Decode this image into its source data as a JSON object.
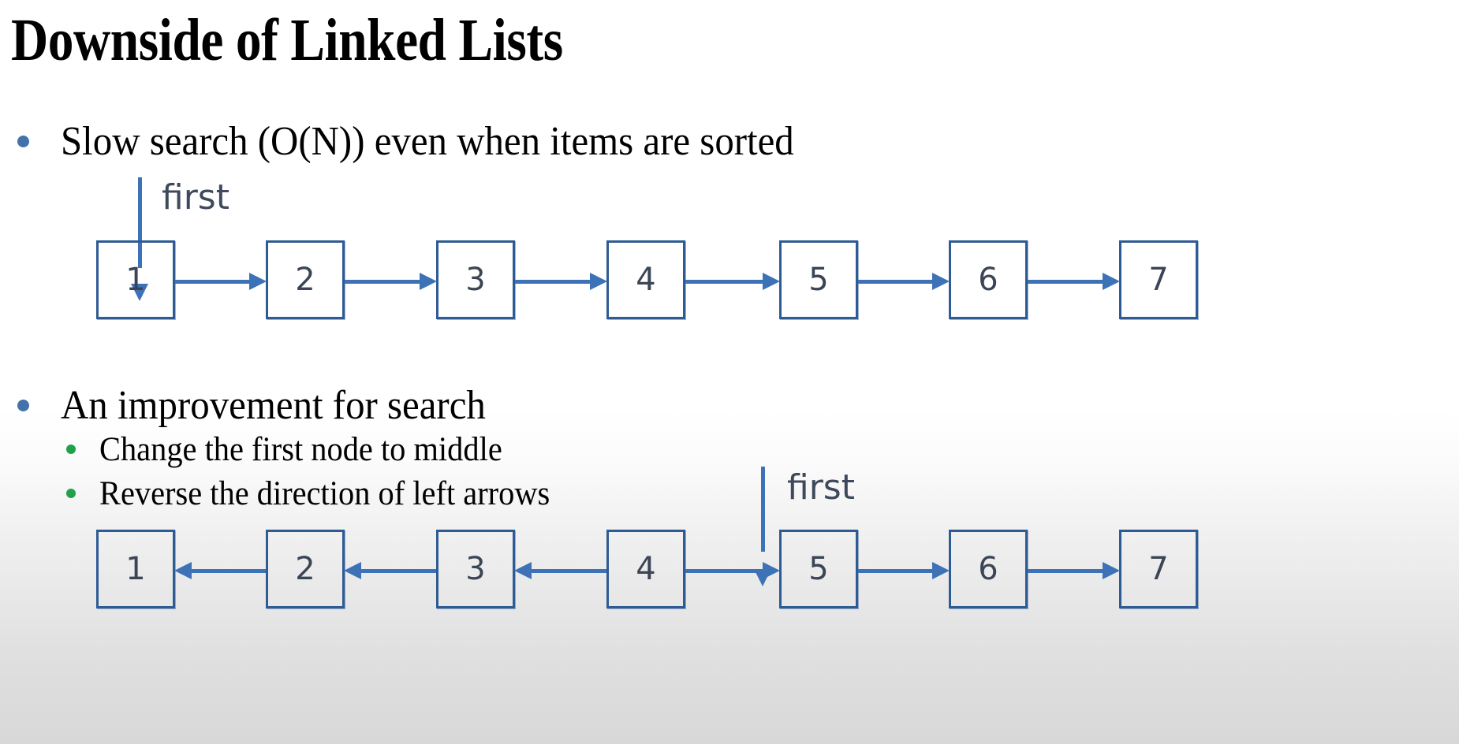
{
  "slide": {
    "title": "Downside of Linked Lists",
    "background_top": "#ffffff",
    "background_bottom": "#d8d8d8"
  },
  "bullets": [
    {
      "level": 1,
      "marker_color": "#4472a8",
      "text": "Slow search (O(N)) even when items are sorted"
    },
    {
      "level": 1,
      "marker_color": "#4472a8",
      "text": "An improvement for search"
    },
    {
      "level": 2,
      "marker_color": "#21a14b",
      "text": "Change the first node to middle"
    },
    {
      "level": 2,
      "marker_color": "#21a14b",
      "text": "Reverse the direction of left arrows"
    }
  ],
  "diagrams": [
    {
      "name": "sorted-linked-list",
      "pointer_label": "first",
      "pointer_target_index": 0,
      "node_border_color": "#2e5b94",
      "arrow_color": "#3d72b6",
      "nodes": [
        {
          "value": "1"
        },
        {
          "value": "2"
        },
        {
          "value": "3"
        },
        {
          "value": "4"
        },
        {
          "value": "5"
        },
        {
          "value": "6"
        },
        {
          "value": "7"
        }
      ],
      "links": [
        {
          "from": "1",
          "to": "2",
          "direction": "right"
        },
        {
          "from": "2",
          "to": "3",
          "direction": "right"
        },
        {
          "from": "3",
          "to": "4",
          "direction": "right"
        },
        {
          "from": "4",
          "to": "5",
          "direction": "right"
        },
        {
          "from": "5",
          "to": "6",
          "direction": "right"
        },
        {
          "from": "6",
          "to": "7",
          "direction": "right"
        }
      ]
    },
    {
      "name": "middle-first-linked-list",
      "pointer_label": "first",
      "pointer_target_index": 3,
      "node_border_color": "#2e5b94",
      "arrow_color": "#3d72b6",
      "nodes": [
        {
          "value": "1"
        },
        {
          "value": "2"
        },
        {
          "value": "3"
        },
        {
          "value": "4"
        },
        {
          "value": "5"
        },
        {
          "value": "6"
        },
        {
          "value": "7"
        }
      ],
      "links": [
        {
          "from": "2",
          "to": "1",
          "direction": "left"
        },
        {
          "from": "3",
          "to": "2",
          "direction": "left"
        },
        {
          "from": "4",
          "to": "3",
          "direction": "left"
        },
        {
          "from": "4",
          "to": "5",
          "direction": "right"
        },
        {
          "from": "5",
          "to": "6",
          "direction": "right"
        },
        {
          "from": "6",
          "to": "7",
          "direction": "right"
        }
      ]
    }
  ]
}
